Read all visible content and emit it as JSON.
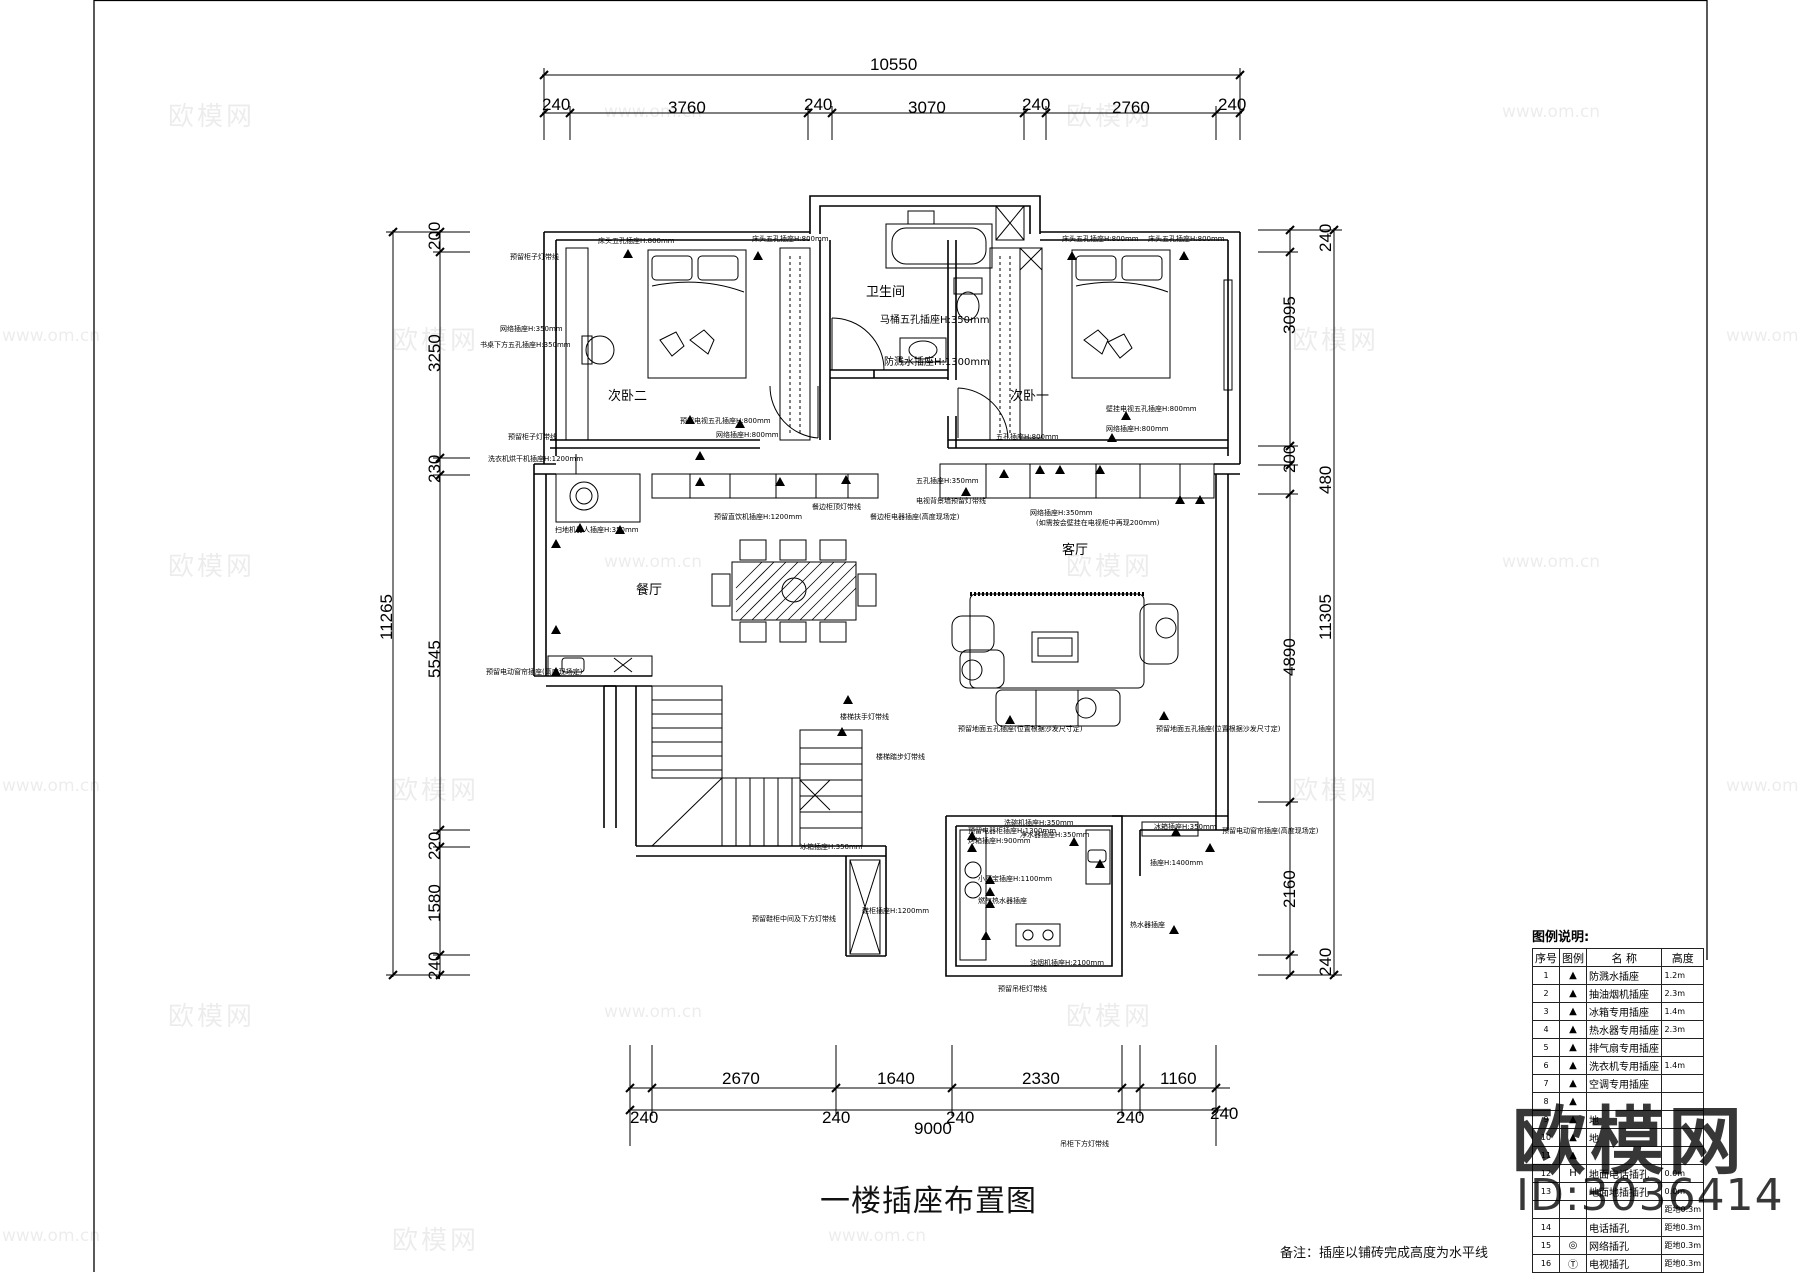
{
  "dims": {
    "top_total": "10550",
    "top": [
      "240",
      "3760",
      "240",
      "3070",
      "240",
      "2760",
      "240"
    ],
    "bottom_upper": [
      "2670",
      "1640",
      "2330",
      "1160"
    ],
    "bottom_lower": [
      "240",
      "240",
      "240",
      "240",
      "240"
    ],
    "bottom_total": "9000",
    "left": [
      "200",
      "3250",
      "230",
      "5545",
      "220",
      "1580",
      "240"
    ],
    "left_total": "11265",
    "right": [
      "240",
      "3095",
      "200",
      "480",
      "4890",
      "2160",
      "240"
    ],
    "right_total": "11305"
  },
  "rooms": {
    "bedroom2": "次卧二",
    "bedroom1": "次卧一",
    "bathroom": "卫生间",
    "dining": "餐厅",
    "living": "客厅"
  },
  "annotations": {
    "toilet_socket": "马桶五孔插座H:350mm",
    "splash_socket": "防溅水插座H:1300mm",
    "a1": "床头五孔插座H:800mm",
    "a2": "床头五孔插座H:800mm",
    "a3": "床头五孔插座H:800mm",
    "a4": "床头五孔插座H:800mm",
    "a5": "预留柜子灯带线",
    "a6": "网络插座H:350mm",
    "a7": "书桌下方五孔插座H:350mm",
    "a8": "预留电视五孔插座H:800mm",
    "a9": "网络插座H:800mm",
    "a10": "预留柜子灯带线",
    "a11": "洗衣机烘干机插座H:1200mm",
    "a12": "扫地机器人插座H:350mm",
    "a13": "预留直饮机插座H:1200mm",
    "a14": "餐边柜顶灯带线",
    "a15": "餐边柜电器插座(高度现场定)",
    "a16": "壁挂电视五孔插座H:800mm",
    "a17": "网络插座H:800mm",
    "a18": "五孔插座H:800mm",
    "a19": "五孔插座H:350mm",
    "a20": "电视背景墙预留灯带线",
    "a21": "网络插座H:350mm",
    "a22": "(如需按会壁挂在电视柜中再现200mm)",
    "a23": "预留电动窗帘插座(高度现场定)",
    "a24": "预留地面五孔插座(位置根据沙发尺寸定)",
    "a25": "预留地面五孔插座(位置根据沙发尺寸定)",
    "a26": "楼梯扶手灯带线",
    "a27": "楼梯踏步灯带线",
    "a28": "冰箱插座H:350mm",
    "a29": "预留鞋柜中间及下方灯带线",
    "a30": "鞋柜插座H:1200mm",
    "a31": "预留电器柜插座H:1300mm",
    "a32": "烤箱插座H:900mm",
    "a33": "洗碗机插座H:350mm",
    "a34": "小厨宝插座H:1100mm",
    "a35": "净水器插座H:350mm",
    "a36": "燃气热水器插座",
    "a37": "油烟机插座H:2100mm",
    "a38": "预留吊柜灯带线",
    "a39": "热水器插座",
    "a40": "预留电动窗帘插座(高度现场定)",
    "a41": "插座H:1400mm",
    "a42": "冰箱插座H:350mm",
    "a43": "吊柜下方灯带线"
  },
  "title": "一楼插座布置图",
  "note": "备注：插座以铺砖完成高度为水平线",
  "legend": {
    "title": "图例说明:",
    "headers": [
      "序号",
      "图例",
      "名 称",
      "高度"
    ],
    "rows": [
      {
        "idx": "1",
        "icon": "▲",
        "name": "防溅水插座",
        "height": "1.2m"
      },
      {
        "idx": "2",
        "icon": "▲",
        "name": "抽油烟机插座",
        "height": "2.3m"
      },
      {
        "idx": "3",
        "icon": "▲",
        "name": "冰箱专用插座",
        "height": "1.4m"
      },
      {
        "idx": "4",
        "icon": "▲",
        "name": "热水器专用插座",
        "height": "2.3m"
      },
      {
        "idx": "5",
        "icon": "▲",
        "name": "排气扇专用插座",
        "height": ""
      },
      {
        "idx": "6",
        "icon": "▲",
        "name": "洗衣机专用插座",
        "height": "1.4m"
      },
      {
        "idx": "7",
        "icon": "▲",
        "name": "空调专用插座",
        "height": ""
      },
      {
        "idx": "8",
        "icon": "▲",
        "name": "",
        "height": ""
      },
      {
        "idx": "9",
        "icon": "▲",
        "name": "地",
        "height": ""
      },
      {
        "idx": "10",
        "icon": "▲",
        "name": "地",
        "height": ""
      },
      {
        "idx": "11",
        "icon": "▲",
        "name": "",
        "height": ""
      },
      {
        "idx": "12",
        "icon": "H",
        "name": "地面电话插孔",
        "height": "0.0m"
      },
      {
        "idx": "13",
        "icon": "",
        "name": "地面地插插孔",
        "height": "0.0m"
      },
      {
        "idx": "",
        "icon": "",
        "name": "",
        "height": "距地0.3m"
      },
      {
        "idx": "14",
        "icon": "",
        "name": "电话插孔",
        "height": "距地0.3m"
      },
      {
        "idx": "15",
        "icon": "◎",
        "name": "网络插孔",
        "height": "距地0.3m"
      },
      {
        "idx": "16",
        "icon": "Ⓣ",
        "name": "电视插孔",
        "height": "距地0.3m"
      }
    ]
  },
  "watermark": {
    "logo": "欧模网",
    "url": "www.om.cn",
    "id": "ID:3036414"
  }
}
